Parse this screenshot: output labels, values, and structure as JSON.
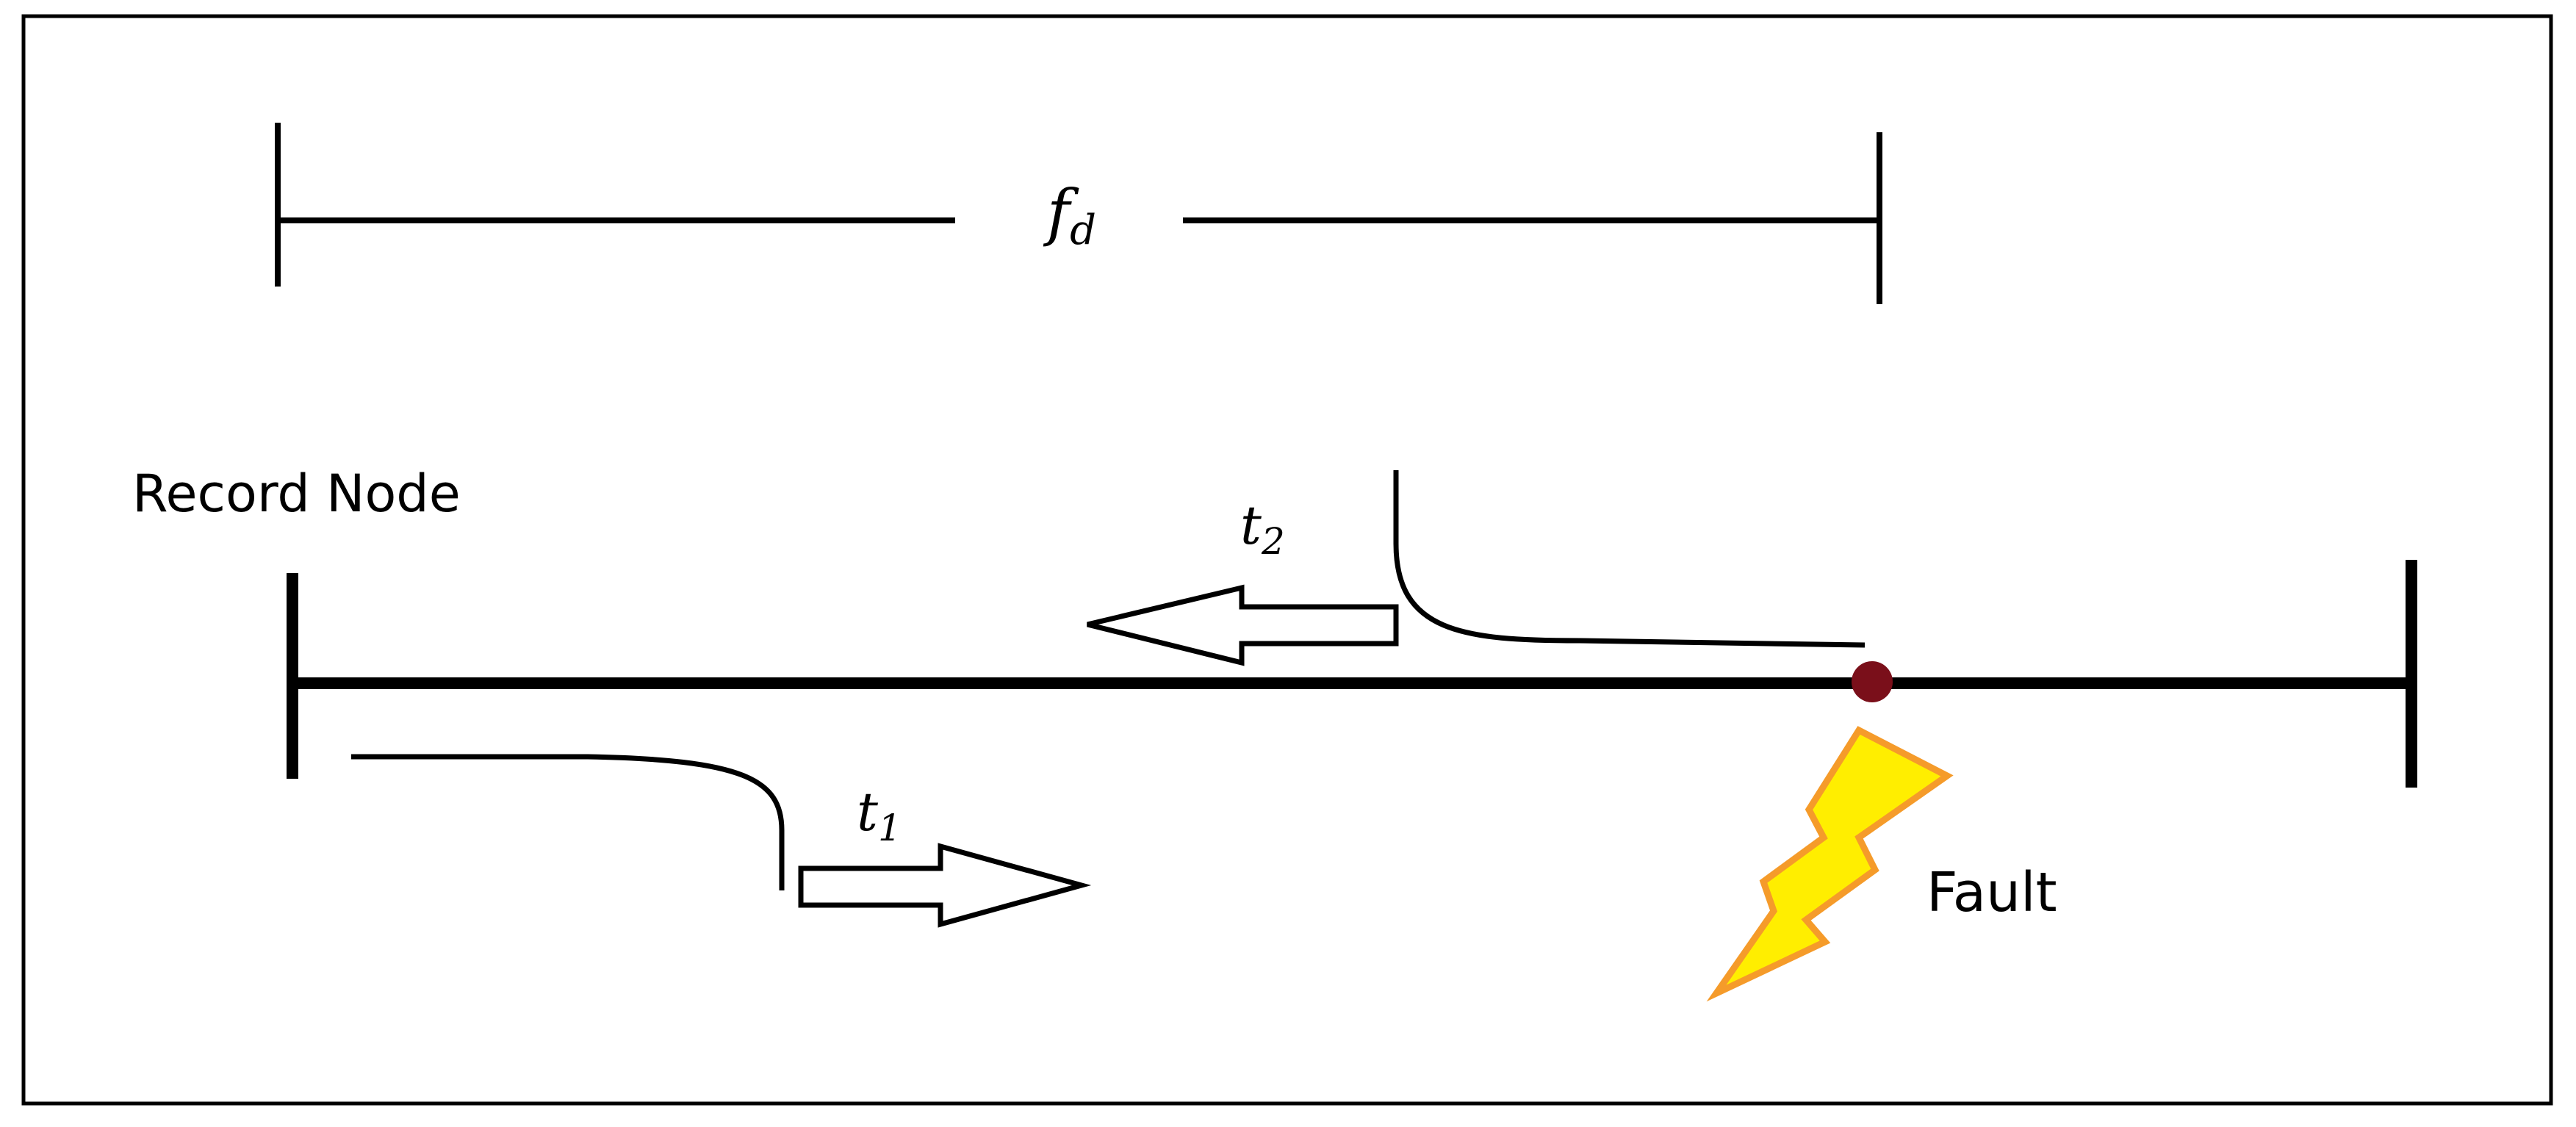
{
  "diagram": {
    "distance_label": "f",
    "distance_subscript": "d",
    "record_node_label": "Record Node",
    "t2_label": "t",
    "t2_subscript": "2",
    "t1_label": "t",
    "t1_subscript": "1",
    "fault_label": "Fault",
    "colors": {
      "line": "#000000",
      "fault_point": "#7a0f1a",
      "bolt_fill": "#ffee00",
      "bolt_stroke": "#f59b2a",
      "border": "#000000",
      "background": "#ffffff"
    },
    "icons": [
      "lightning-bolt-icon",
      "left-arrow-icon",
      "right-arrow-icon"
    ]
  }
}
